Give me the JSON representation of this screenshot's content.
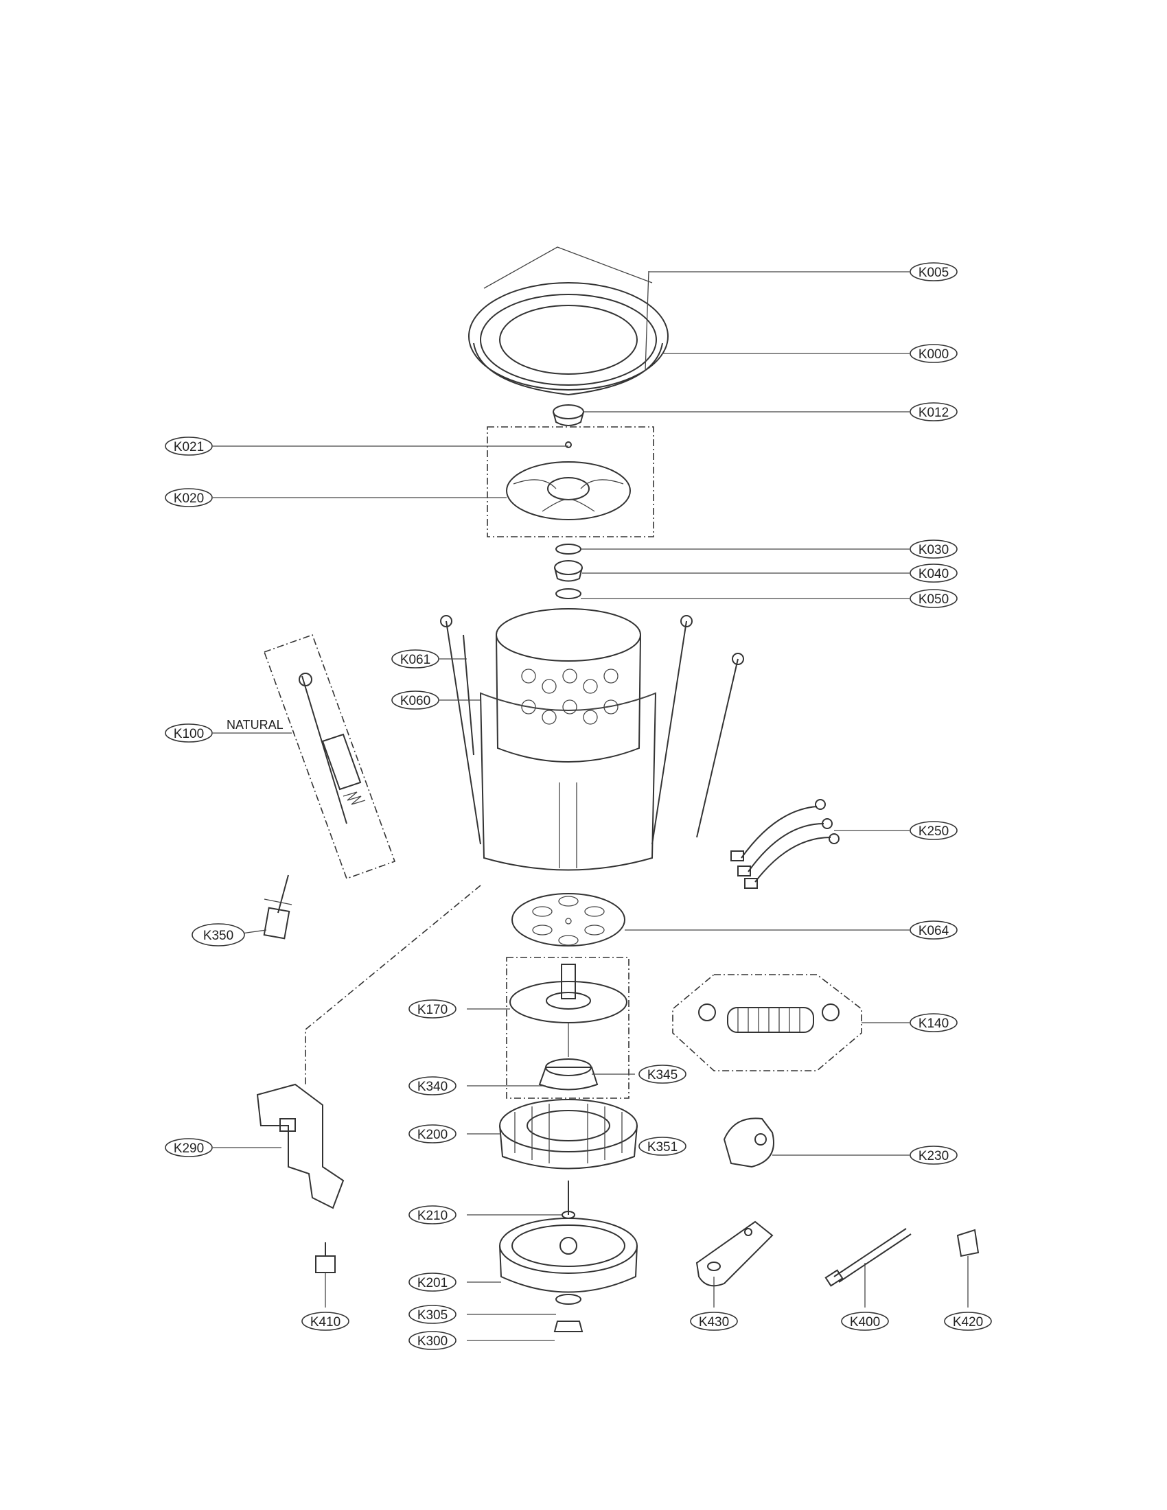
{
  "diagram": {
    "note_natural": "NATURAL",
    "callouts": [
      {
        "id": "K005",
        "label": "K005"
      },
      {
        "id": "K000",
        "label": "K000"
      },
      {
        "id": "K012",
        "label": "K012"
      },
      {
        "id": "K021",
        "label": "K021"
      },
      {
        "id": "K020",
        "label": "K020"
      },
      {
        "id": "K030",
        "label": "K030"
      },
      {
        "id": "K040",
        "label": "K040"
      },
      {
        "id": "K050",
        "label": "K050"
      },
      {
        "id": "K061",
        "label": "K061"
      },
      {
        "id": "K060",
        "label": "K060"
      },
      {
        "id": "K100",
        "label": "K100"
      },
      {
        "id": "K250",
        "label": "K250"
      },
      {
        "id": "K350",
        "label": "K350"
      },
      {
        "id": "K064",
        "label": "K064"
      },
      {
        "id": "K170",
        "label": "K170"
      },
      {
        "id": "K140",
        "label": "K140"
      },
      {
        "id": "K340",
        "label": "K340"
      },
      {
        "id": "K345",
        "label": "K345"
      },
      {
        "id": "K200",
        "label": "K200"
      },
      {
        "id": "K351",
        "label": "K351"
      },
      {
        "id": "K290",
        "label": "K290"
      },
      {
        "id": "K230",
        "label": "K230"
      },
      {
        "id": "K210",
        "label": "K210"
      },
      {
        "id": "K201",
        "label": "K201"
      },
      {
        "id": "K410",
        "label": "K410"
      },
      {
        "id": "K430",
        "label": "K430"
      },
      {
        "id": "K400",
        "label": "K400"
      },
      {
        "id": "K420",
        "label": "K420"
      },
      {
        "id": "K305",
        "label": "K305"
      },
      {
        "id": "K300",
        "label": "K300"
      }
    ]
  }
}
